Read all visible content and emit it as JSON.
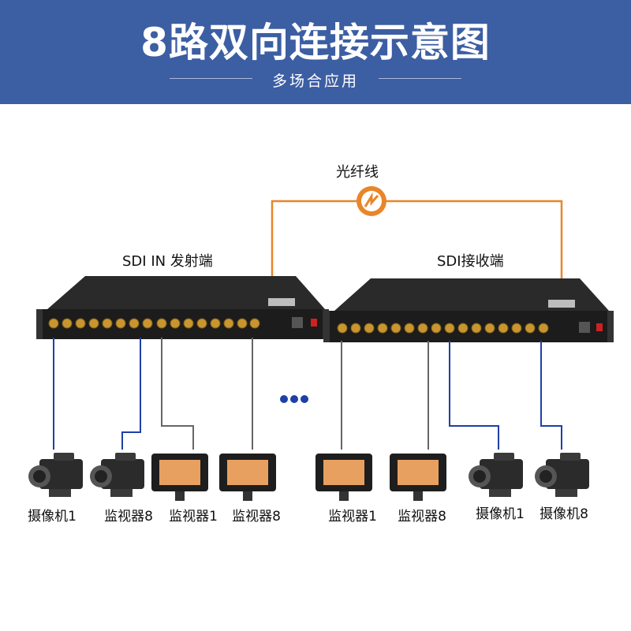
{
  "header": {
    "title": "8路双向连接示意图",
    "subtitle": "多场合应用"
  },
  "fiber": {
    "label": "光纤线"
  },
  "devices": {
    "transmitter_label": "SDI IN 发射端",
    "receiver_label": "SDI接收端"
  },
  "captions": [
    "摄像机1",
    "监视器8",
    "监视器1",
    "监视器8",
    "监视器1",
    "监视器8",
    "摄像机1",
    "摄像机8"
  ],
  "colors": {
    "header_bg": "#3c5ea3",
    "fiber": "#e8862a",
    "cable_blue": "#1f3fa8",
    "cable_gray": "#666666",
    "device_body": "#1c1c1c",
    "bnc_gold": "#c9952e"
  }
}
